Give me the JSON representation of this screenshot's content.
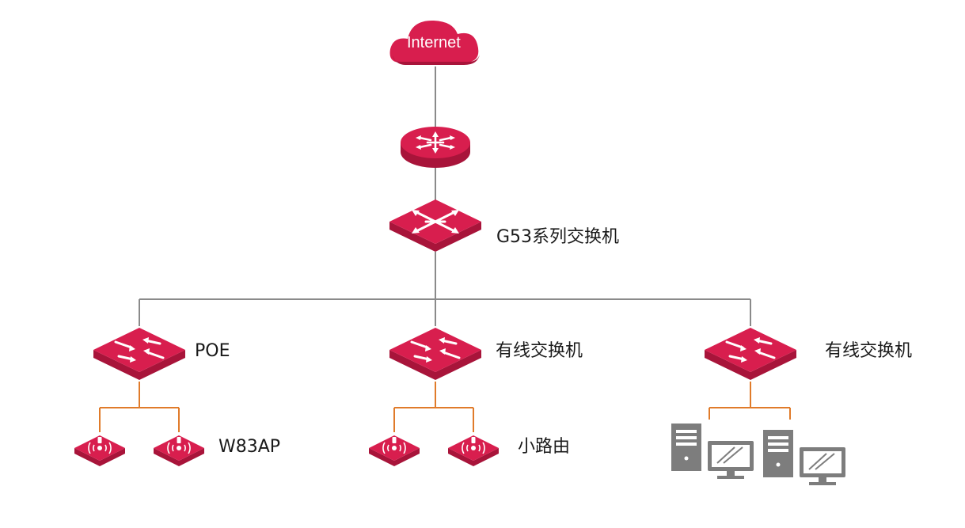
{
  "cloud": {
    "label": "Internet"
  },
  "core_switch": {
    "label": "G53系列交换机"
  },
  "branches": [
    {
      "label": "POE"
    },
    {
      "label": "有线交换机"
    },
    {
      "label": "有线交换机"
    }
  ],
  "ap_group": {
    "label": "W83AP"
  },
  "router_group": {
    "label": "小路由"
  },
  "colors": {
    "device_red": "#d81e4e",
    "device_dark": "#a8143a",
    "trunk_line": "#8a8a8a",
    "access_line": "#e07b2a",
    "pc_gray": "#7d7d7d"
  }
}
